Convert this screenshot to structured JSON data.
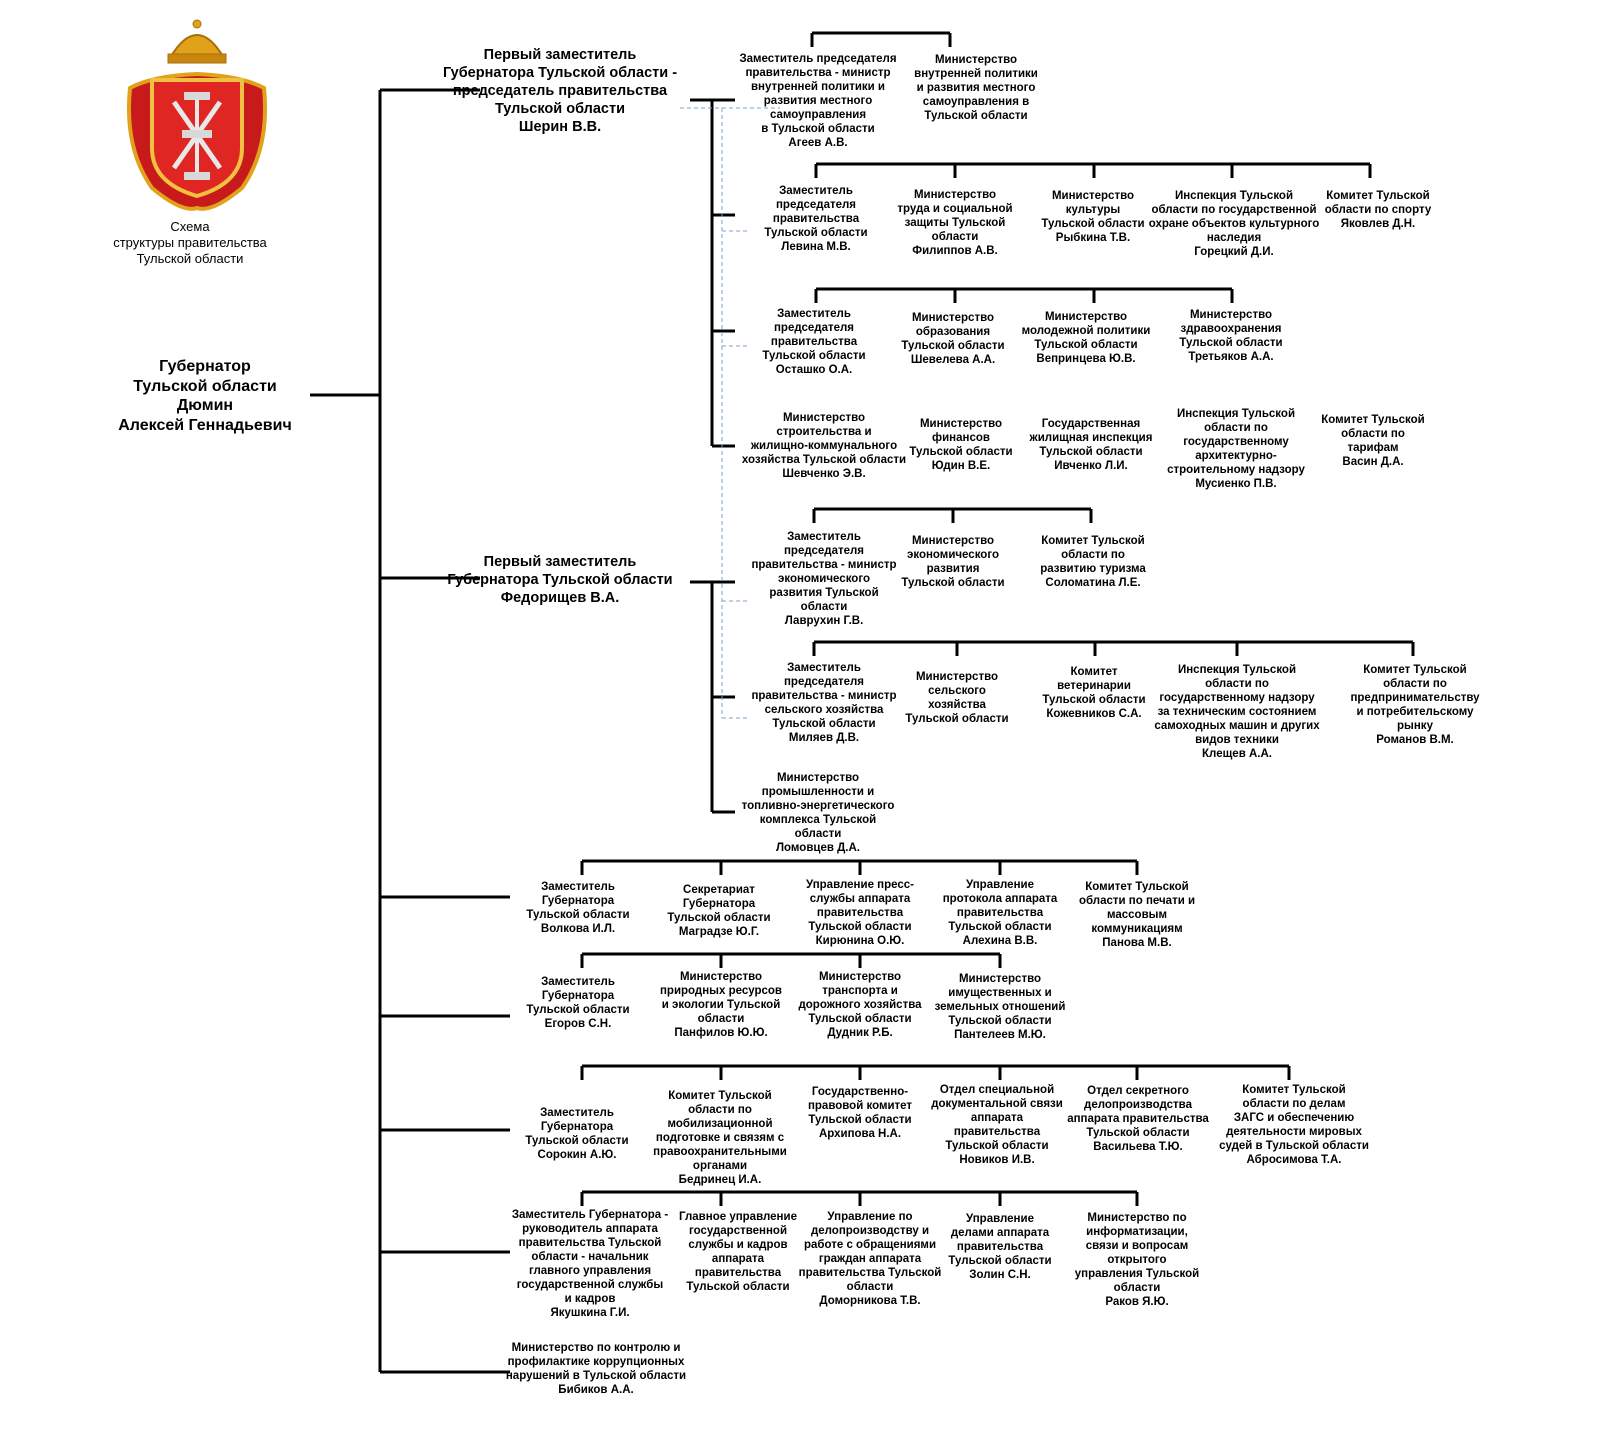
{
  "caption": "Схема\nструктуры правительства\nТульской области",
  "governor": "Губернатор\nТульской области\nДюмин\nАлексей Геннадьевич",
  "first_deputy_sherin": "Первый заместитель\nГубернатора Тульской области -\nпредседатель правительства\nТульской области\nШерин В.В.",
  "first_deputy_fedorishchev": "Первый заместитель\nГубернатора Тульской области\nФедорищев В.А.",
  "ageev": "Заместитель председателя\nправительства - министр\nвнутренней политики и\nразвития местного\nсамоуправления\nв Тульской области\nАгеев А.В.",
  "min_vnutr": "Министерство\nвнутренней политики\nи развития местного\nсамоуправления в\nТульской области",
  "levina": "Заместитель\nпредседателя\nправительства\nТульской области\nЛевина М.В.",
  "min_trud": "Министерство\nтруда и социальной\nзащиты Тульской\nобласти\nФилиппов А.В.",
  "min_kult": "Министерство\nкультуры\nТульской области\nРыбкина Т.В.",
  "insp_kult": "Инспекция Тульской\nобласти по государственной\nохране объектов культурного\nнаследия\nГорецкий Д.И.",
  "kom_sport": "Комитет Тульской\nобласти по спорту\nЯковлев Д.Н.",
  "ostashko": "Заместитель\nпредседателя\nправительства\nТульской области\nОсташко О.А.",
  "min_obr": "Министерство\nобразования\nТульской области\nШевелева А.А.",
  "min_molod": "Министерство\nмолодежной политики\nТульской области\nВепринцева Ю.В.",
  "min_zdrav": "Министерство\nздравоохранения\nТульской области\nТретьяков А.А.",
  "min_stroy": "Министерство\nстроительства и\nжилищно-коммунального\nхозяйства Тульской области\nШевченко Э.В.",
  "min_fin": "Министерство\nфинансов\nТульской области\nЮдин В.Е.",
  "gos_zhil": "Государственная\nжилищная инспекция\nТульской области\nИвченко Л.И.",
  "insp_arch": "Инспекция Тульской\nобласти по\nгосударственному\nархитектурно-\nстроительному надзору\nМусиенко П.В.",
  "kom_tarif": "Комитет Тульской\nобласти по\nтарифам\nВасин Д.А.",
  "lavrukhin": "Заместитель\nпредседателя\nправительства - министр\nэкономического\nразвития Тульской\nобласти\nЛаврухин Г.В.",
  "min_econ": "Министерство\nэкономического\nразвития\nТульской области",
  "kom_tur": "Комитет Тульской\nобласти по\nразвитию туризма\nСоломатина Л.Е.",
  "milyaev": "Заместитель\nпредседателя\nправительства - министр\nсельского хозяйства\nТульской области\nМиляев Д.В.",
  "min_selkh": "Министерство\nсельского\nхозяйства\nТульской области",
  "kom_vet": "Комитет\nветеринарии\nТульской области\nКожевников С.А.",
  "insp_tekh": "Инспекция Тульской\nобласти по\nгосударственному надзору\nза техническим состоянием\nсамоходных машин и других\nвидов техники\nКлещев А.А.",
  "kom_predpr": "Комитет Тульской\nобласти по\nпредпринимательству\nи потребительскому\nрынку\nРоманов В.М.",
  "min_prom": "Министерство\nпромышленности и\nтопливно-энергетического\nкомплекса Тульской\nобласти\nЛомовцев Д.А.",
  "volkova": "Заместитель\nГубернатора\nТульской области\nВолкова И.Л.",
  "sekretariat": "Секретариат\nГубернатора\nТульской области\nМаградзе Ю.Г.",
  "press": "Управление пресс-\nслужбы аппарата\nправительства\nТульской области\nКирюнина О.Ю.",
  "protokol": "Управление\nпротокола аппарата\nправительства\nТульской области\nАлехина В.В.",
  "kom_pechat": "Комитет Тульской\nобласти по печати и\nмассовым\nкоммуникациям\nПанова М.В.",
  "egorov": "Заместитель\nГубернатора\nТульской области\nЕгоров С.Н.",
  "min_prir": "Министерство\nприродных ресурсов\nи экологии Тульской\nобласти\nПанфилов Ю.Ю.",
  "min_trans": "Министерство\nтранспорта и\nдорожного хозяйства\nТульской области\nДудник Р.Б.",
  "min_imush": "Министерство\nимущественных и\nземельных отношений\nТульской области\nПантелеев М.Ю.",
  "sorokin": "Заместитель\nГубернатора\nТульской области\nСорокин А.Ю.",
  "kom_mob": "Комитет Тульской\nобласти по\nмобилизационной\nподготовке и связям с\nправоохранительными\nорганами\nБедринец И.А.",
  "gos_prav": "Государственно-\nправовой комитет\nТульской области\nАрхипова Н.А.",
  "otdel_spec": "Отдел специальной\nдокументальной связи\nаппарата\nправительства\nТульской области\nНовиков И.В.",
  "otdel_sekret": "Отдел секретного\nделопроизводства\nаппарата правительства\nТульской области\nВасильева Т.Ю.",
  "kom_zags": "Комитет Тульской\nобласти по делам\nЗАГС и обеспечению\nдеятельности мировых\nсудей в Тульской области\nАбросимова Т.А.",
  "yakushkina": "Заместитель Губернатора -\nруководитель аппарата\nправительства Тульской\nобласти - начальник\nглавного управления\nгосударственной службы\nи кадров\nЯкушкина Г.И.",
  "glav_upr": "Главное управление\nгосударственной\nслужбы и кадров\nаппарата\nправительства\nТульской области",
  "upr_delo": "Управление по\nделопроизводству и\nработе с обращениями\nграждан аппарата\nправительства Тульской\nобласти\nДоморникова Т.В.",
  "upr_delami": "Управление\nделами аппарата\nправительства\nТульской области\nЗолин С.Н.",
  "min_inform": "Министерство по\nинформатизации,\nсвязи и вопросам\nоткрытого\nуправления Тульской\nобласти\nРаков Я.Ю.",
  "min_korr": "Министерство по контролю и\nпрофилактике коррупционных\nнарушений в Тульской области\nБибиков А.А.",
  "colors": {
    "emblem_red": "#d8201e",
    "emblem_gold": "#e0a21a",
    "line": "#000000",
    "dashed": "#7fa6c8"
  }
}
